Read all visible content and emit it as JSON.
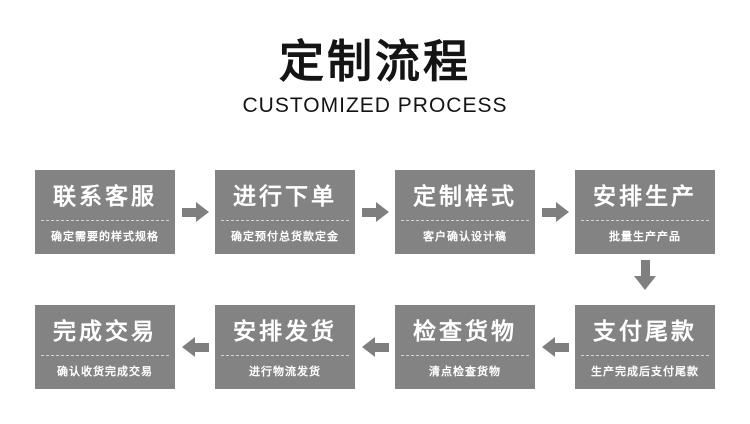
{
  "header": {
    "title": "定制流程",
    "subtitle": "CUSTOMIZED PROCESS"
  },
  "steps": [
    {
      "title": "联系客服",
      "desc": "确定需要的样式规格"
    },
    {
      "title": "进行下单",
      "desc": "确定预付总货款定金"
    },
    {
      "title": "定制样式",
      "desc": "客户确认设计稿"
    },
    {
      "title": "安排生产",
      "desc": "批量生产产品"
    },
    {
      "title": "支付尾款",
      "desc": "生产完成后支付尾款"
    },
    {
      "title": "检查货物",
      "desc": "清点检查货物"
    },
    {
      "title": "安排发货",
      "desc": "进行物流发货"
    },
    {
      "title": "完成交易",
      "desc": "确认收货完成交易"
    }
  ],
  "icons": {
    "top_row_arrows": "arrow-right-icon",
    "row_connector": "arrow-down-icon",
    "bottom_row_arrows": "arrow-left-icon"
  },
  "colors": {
    "box_background": "#838383",
    "arrow": "#7f7f7f",
    "step_text": "#ffffff",
    "title_text": "#141414",
    "page_background": "#ffffff"
  }
}
